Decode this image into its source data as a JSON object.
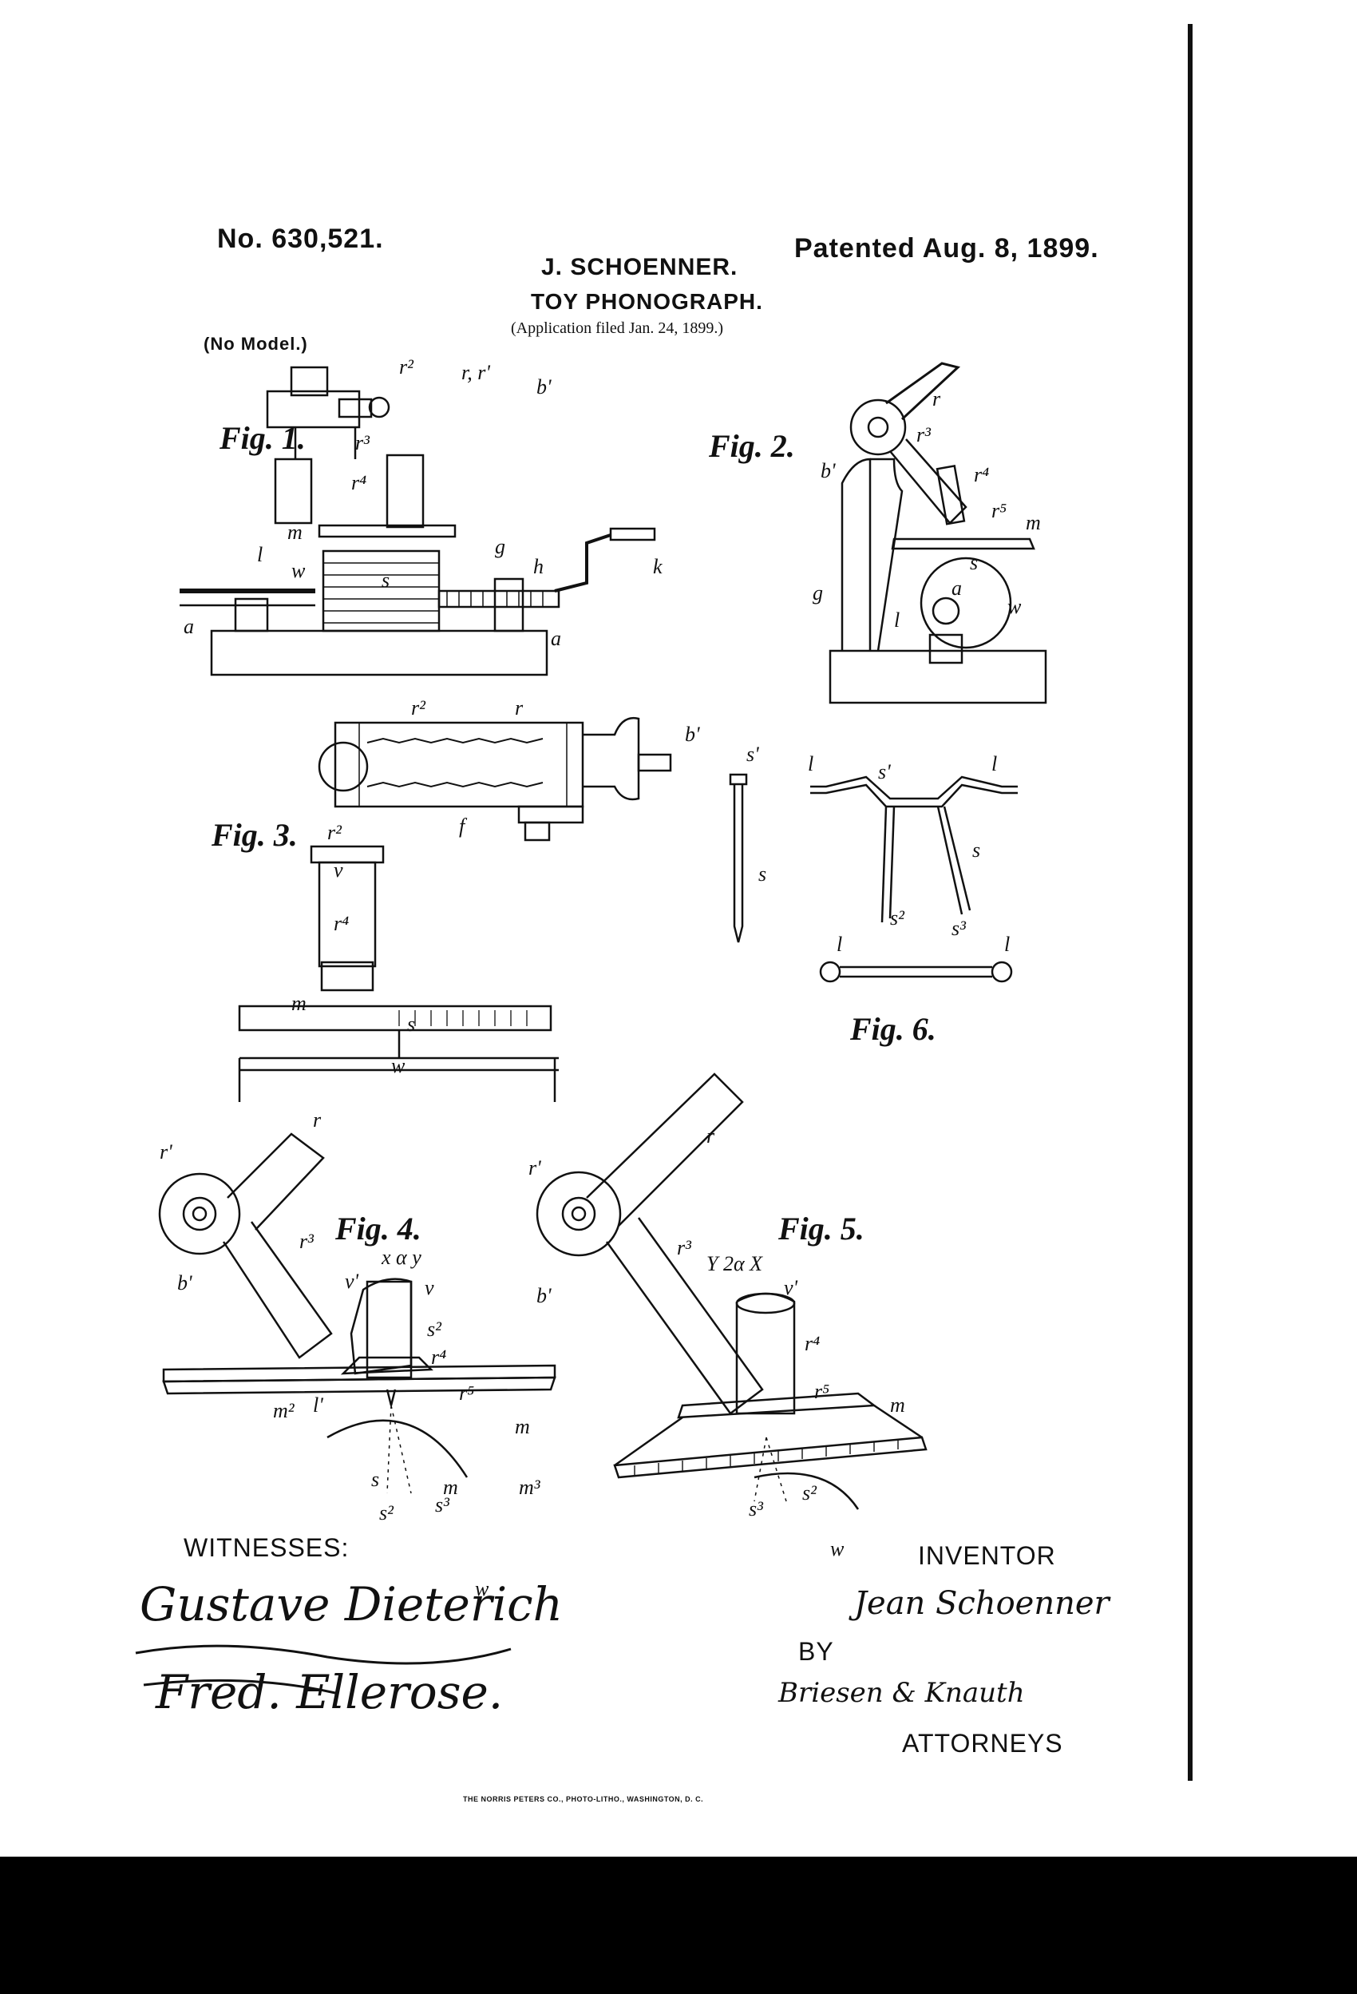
{
  "header": {
    "patent_number": "No. 630,521.",
    "patented_date": "Patented Aug. 8, 1899.",
    "inventor_name": "J. SCHOENNER.",
    "title": "TOY PHONOGRAPH.",
    "application_note": "(Application filed Jan. 24, 1899.)",
    "model_note": "(No Model.)"
  },
  "figures": {
    "fig1": "Fig. 1.",
    "fig2": "Fig. 2.",
    "fig3": "Fig. 3.",
    "fig4": "Fig. 4.",
    "fig5": "Fig. 5.",
    "fig6": "Fig. 6."
  },
  "signatures": {
    "witnesses_label": "WITNESSES:",
    "witness_1": "Gustave Dieterich",
    "witness_2": "Fred. Ellerose.",
    "inventor_label": "INVENTOR",
    "inventor_signature": "Jean Schoenner",
    "by_label": "BY",
    "attorney_signature": "Briesen & Knauth",
    "attorneys_label": "ATTORNEYS"
  },
  "footer": {
    "printer_imprint": "THE NORRIS PETERS CO., PHOTO-LITHO., WASHINGTON, D. C."
  }
}
